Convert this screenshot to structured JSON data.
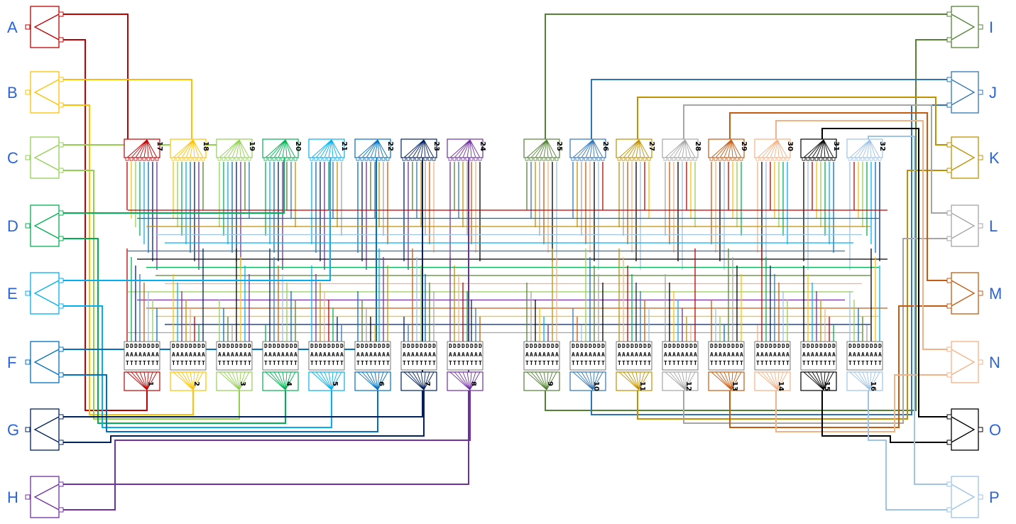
{
  "diagram": {
    "left_devices": [
      "A",
      "B",
      "C",
      "D",
      "E",
      "F",
      "G",
      "H"
    ],
    "right_devices": [
      "I",
      "J",
      "K",
      "L",
      "M",
      "N",
      "O",
      "P"
    ],
    "top_left_blocks": [
      "17",
      "18",
      "19",
      "20",
      "21",
      "22",
      "23",
      "24"
    ],
    "top_right_blocks": [
      "25",
      "26",
      "27",
      "28",
      "29",
      "30",
      "31",
      "32"
    ],
    "bottom_left_blocks": [
      "1",
      "2",
      "3",
      "4",
      "5",
      "6",
      "7",
      "8"
    ],
    "bottom_right_blocks": [
      "9",
      "10",
      "11",
      "12",
      "13",
      "14",
      "15",
      "16"
    ],
    "pin_letters": [
      "D",
      "A",
      "T"
    ],
    "colors": [
      "#c00000",
      "#ffc000",
      "#92d050",
      "#00b050",
      "#00b0f0",
      "#0070c0",
      "#002060",
      "#7030a0",
      "#548235",
      "#2e75b6",
      "#bf9000",
      "#a5a5a5",
      "#c55a11",
      "#f4b183",
      "#000000",
      "#9dc3e6"
    ],
    "label_color": "#2a64d8"
  }
}
